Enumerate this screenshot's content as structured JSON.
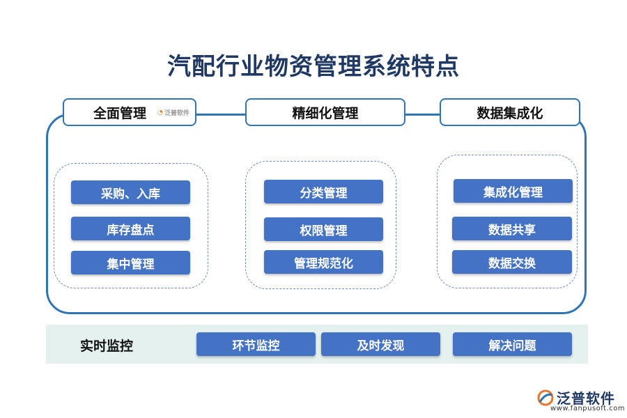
{
  "title": "汽配行业物资管理系统特点",
  "columns": [
    {
      "header": "全面管理",
      "items": [
        "采购、入库",
        "库存盘点",
        "集中管理"
      ]
    },
    {
      "header": "精细化管理",
      "items": [
        "分类管理",
        "权限管理",
        "管理规范化"
      ]
    },
    {
      "header": "数据集成化",
      "items": [
        "集成化管理",
        "数据共享",
        "数据交换"
      ]
    }
  ],
  "monitoring": {
    "label": "实时监控",
    "items": [
      "环节监控",
      "及时发现",
      "解决问题"
    ]
  },
  "watermark": "泛普软件",
  "brand": {
    "name": "泛普软件",
    "url": "www.fanpusoft.com"
  },
  "colors": {
    "title": "#1f3864",
    "frame": "#2e75b6",
    "button": "#4472c4",
    "strip": "#e4f1ee"
  }
}
